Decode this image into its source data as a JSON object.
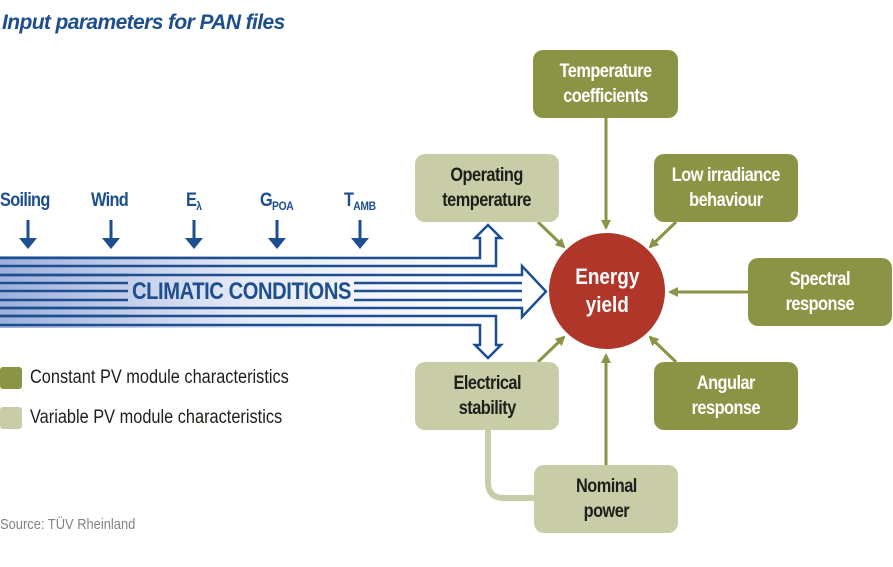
{
  "title": "Input parameters for PAN files",
  "climatic_factors": [
    {
      "label": "Soiling",
      "sub": ""
    },
    {
      "label": "Wind",
      "sub": ""
    },
    {
      "label": "E",
      "sub": "λ"
    },
    {
      "label": "G",
      "sub": "POA"
    },
    {
      "label": "T",
      "sub": "AMB"
    }
  ],
  "climatic_conditions_label": "CLIMATIC CONDITIONS",
  "center": {
    "label": "Energy\nyield",
    "color": "#b0362a"
  },
  "nodes": {
    "temperature_coefficients": {
      "label": "Temperature\ncoefficients",
      "type": "constant"
    },
    "operating_temperature": {
      "label": "Operating\ntemperature",
      "type": "variable"
    },
    "low_irradiance": {
      "label": "Low irradiance\nbehaviour",
      "type": "constant"
    },
    "spectral_response": {
      "label": "Spectral\nresponse",
      "type": "constant"
    },
    "angular_response": {
      "label": "Angular\nresponse",
      "type": "constant"
    },
    "electrical_stability": {
      "label": "Electrical\nstability",
      "type": "variable"
    },
    "nominal_power": {
      "label": "Nominal\npower",
      "type": "variable"
    }
  },
  "legend": [
    {
      "label": "Constant PV module characteristics",
      "color": "#8b9444"
    },
    {
      "label": "Variable PV module characteristics",
      "color": "#c9cda7"
    }
  ],
  "colors": {
    "constant": "#8b9444",
    "variable": "#c9cda7",
    "climatic_blue": "#1d4e8f",
    "connector": "#8b9444"
  },
  "source": "Source: TÜV Rheinland"
}
